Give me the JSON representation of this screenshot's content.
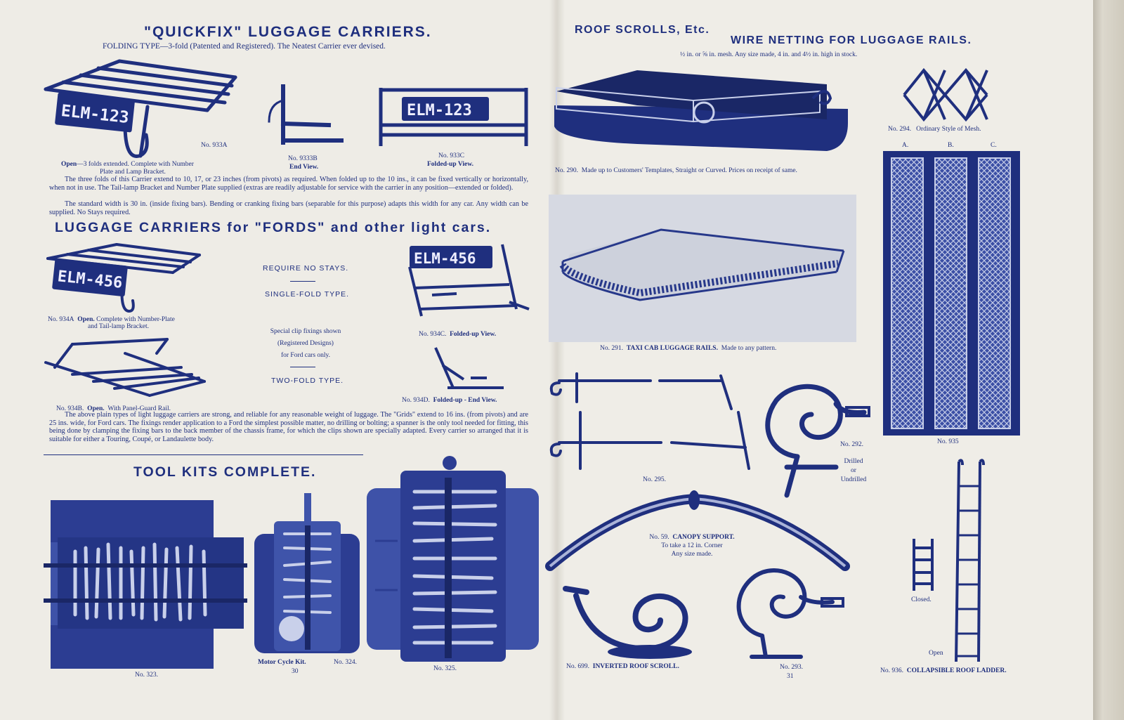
{
  "left": {
    "quickfix_title": "\"QUICKFIX\" LUGGAGE CARRIERS.",
    "quickfix_subtitle": "FOLDING TYPE—3-fold (Patented and Registered).   The Neatest Carrier ever devised.",
    "plate_1": "ELM-123",
    "plate_2": "ELM-123",
    "plate_3": "ELM-456",
    "plate_4": "ELM-456",
    "no_933a": "No. 933A",
    "cap_933a_bold": "Open",
    "cap_933a_text": "—3 folds extended.  Complete with Number",
    "cap_933a_line2": "Plate and Lamp Bracket.",
    "no_9333b": "No. 9333B",
    "cap_9333b": "End View.",
    "no_933c": "No. 933C",
    "cap_933c": "Folded-up View.",
    "para_quickfix_1": "The three folds of this Carrier extend to 10, 17, or 23 inches (from pivots) as required.  When folded up to the 10 ins., it can be fixed vertically or horizontally, when not in use.  The Tail-lamp Bracket and Number Plate supplied (extras are readily adjustable for service with the carrier in any position—extended or folded).",
    "para_quickfix_2": "The standard width is 30 in. (inside fixing bars).  Bending or cranking fixing bars (separable for this purpose) adapts this width for any car.  Any width can be supplied.  No Stays required.",
    "fords_title": "LUGGAGE CARRIERS for \"FORDS\" and other light cars.",
    "require_no_stays": "REQUIRE NO STAYS.",
    "single_fold": "SINGLE-FOLD TYPE.",
    "special_clip_1": "Special clip fixings shown",
    "special_clip_2": "(Registered Designs)",
    "special_clip_3": "for Ford cars only.",
    "two_fold": "TWO-FOLD TYPE.",
    "no_934a": "No. 934A",
    "cap_934a_bold": "Open.",
    "cap_934a_text": "Complete with Number-Plate",
    "cap_934a_line2": "and Tail-lamp Bracket.",
    "no_934c": "No. 934C.",
    "cap_934c": "Folded-up View.",
    "no_934b": "No. 934B.",
    "cap_934b_bold": "Open.",
    "cap_934b_text": "With Panel-Guard Rail.",
    "no_934d": "No. 934D.",
    "cap_934d": "Folded-up - End View.",
    "para_fords": "The above plain types of light luggage carriers are strong, and reliable for any reasonable weight of luggage.  The \"Grids\" extend to 16 ins. (from pivots) and are 25 ins. wide, for Ford cars.  The fixings render application to a Ford the simplest possible matter, no drilling or bolting; a spanner is the only tool needed for fitting, this being done by clamping the fixing bars to the back member of the chassis frame, for which the clips shown are specially adapted.  Every carrier so arranged that it is suitable for either a Touring, Coupé, or Landaulette body.",
    "tool_kits_title": "TOOL KITS COMPLETE.",
    "no_323": "No. 323.",
    "cap_moto": "Motor Cycle Kit.",
    "no_324": "No. 324.",
    "no_325": "No. 325.",
    "page_number": "30"
  },
  "right": {
    "roof_scrolls_title": "ROOF SCROLLS, Etc.",
    "wire_netting_title": "WIRE NETTING FOR LUGGAGE RAILS.",
    "mesh_subtitle": "½ in. or ⅝ in. mesh.  Any size made, 4 in. and 4½ in. high in stock.",
    "no_290": "No. 290.",
    "cap_290": "Made up to Customers' Templates, Straight or Curved.   Prices on receipt of same.",
    "no_294": "No. 294.",
    "cap_294": "Ordinary Style of Mesh.",
    "mesh_a": "A.",
    "mesh_b": "B.",
    "mesh_c": "C.",
    "no_935": "No. 935",
    "no_291": "No. 291.",
    "cap_291_bold": "TAXI CAB LUGGAGE RAILS.",
    "cap_291_text": "Made to any pattern.",
    "no_295": "No. 295.",
    "no_292": "No. 292.",
    "cap_292_1": "Drilled",
    "cap_292_2": "or",
    "cap_292_3": "Undrilled",
    "no_59": "No. 59.",
    "cap_59_bold": "CANOPY SUPPORT.",
    "cap_59_line2": "To take a 12 in. Corner",
    "cap_59_line3": "Any size made.",
    "no_699": "No. 699.",
    "cap_699": "INVERTED ROOF SCROLL.",
    "no_293": "No. 293.",
    "closed": "Closed.",
    "open": "Open",
    "no_936": "No. 936.",
    "cap_936": "COLLAPSIBLE ROOF LADDER.",
    "page_number": "31"
  },
  "colors": {
    "ink": "#1f2f7e",
    "paper": "#eeece6",
    "photo_bg": "#d6d9e2"
  }
}
